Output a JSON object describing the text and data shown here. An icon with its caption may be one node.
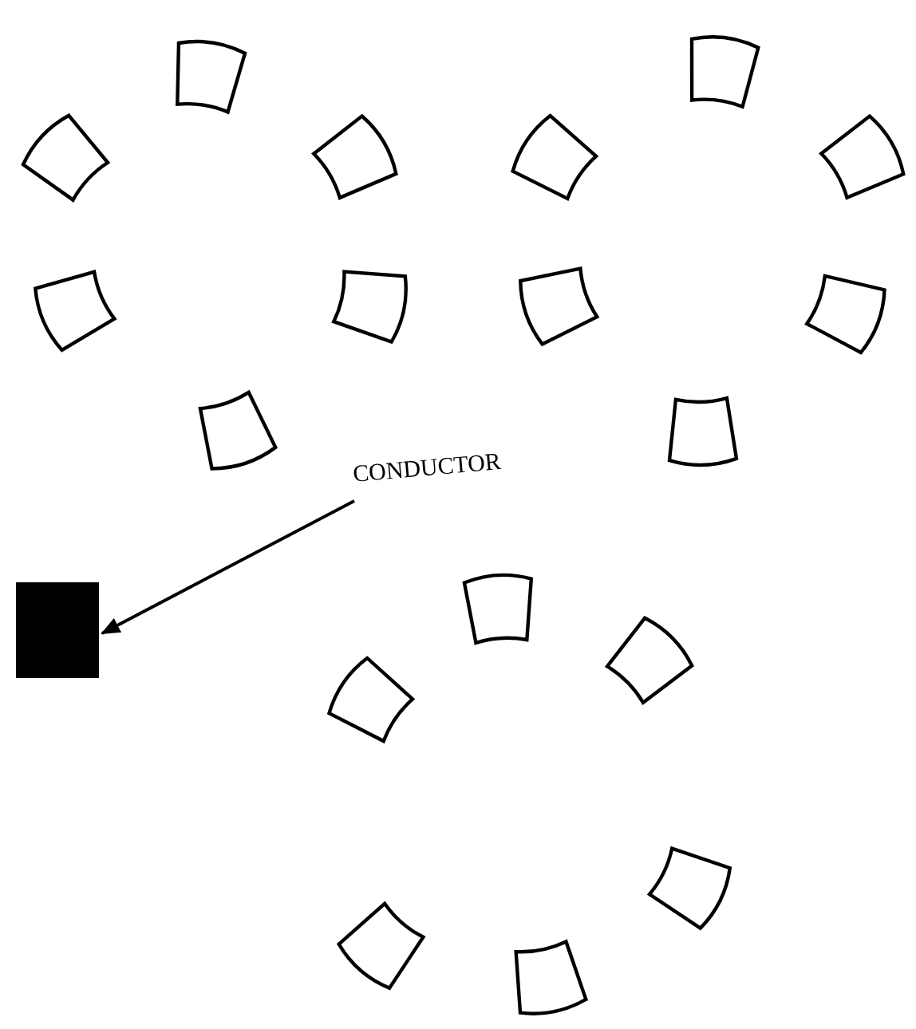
{
  "diagram": {
    "nodes": [
      {
        "text": [
          "CONDUCTOR"
        ]
      },
      {
        "text": [],
        "shape": "box"
      }
    ],
    "edges": [
      {
        "from": 0,
        "to": 1,
        "arrow": "to"
      }
    ]
  }
}
